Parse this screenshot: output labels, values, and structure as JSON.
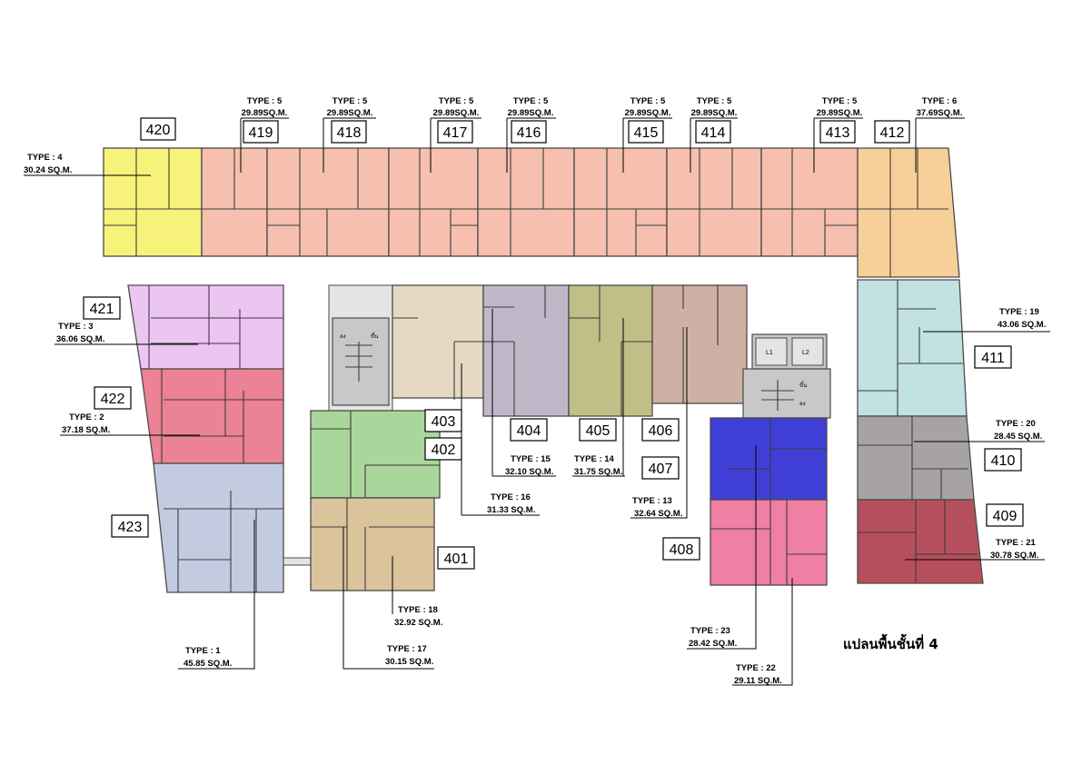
{
  "title": "แปลนพื้นชั้นที่ 4",
  "colors": {
    "type_4": "#f7f27a",
    "type_5": "#f6bfae",
    "type_6": "#f7cf99",
    "type_3": "#ecc5f3",
    "type_2": "#ec8296",
    "type_1": "#c3cbe0",
    "type_17": "#dbc39c",
    "type_18": "#dbc39c",
    "green_unit": "#a9d69a",
    "type_16": "#e6d8c3",
    "type_15": "#c0b8c8",
    "type_14": "#bfbf86",
    "type_13": "#cfb0a4",
    "type_19": "#c1e2e0",
    "type_20": "#a7a3a4",
    "type_21": "#b64f5d",
    "type_23": "#3f3fd8",
    "type_22": "#ef7fa3"
  },
  "units": [
    {
      "no": "420"
    },
    {
      "no": "419"
    },
    {
      "no": "418"
    },
    {
      "no": "417"
    },
    {
      "no": "416"
    },
    {
      "no": "415"
    },
    {
      "no": "414"
    },
    {
      "no": "413"
    },
    {
      "no": "412"
    },
    {
      "no": "411"
    },
    {
      "no": "410"
    },
    {
      "no": "409"
    },
    {
      "no": "408"
    },
    {
      "no": "407"
    },
    {
      "no": "406"
    },
    {
      "no": "405"
    },
    {
      "no": "404"
    },
    {
      "no": "403"
    },
    {
      "no": "402"
    },
    {
      "no": "401"
    },
    {
      "no": "421"
    },
    {
      "no": "422"
    },
    {
      "no": "423"
    }
  ],
  "type_labels": [
    {
      "type": "TYPE : 5",
      "area": "29.89SQ.M."
    },
    {
      "type": "TYPE : 5",
      "area": "29.89SQ.M."
    },
    {
      "type": "TYPE : 5",
      "area": "29.89SQ.M."
    },
    {
      "type": "TYPE : 5",
      "area": "29.89SQ.M."
    },
    {
      "type": "TYPE : 5",
      "area": "29.89SQ.M."
    },
    {
      "type": "TYPE : 5",
      "area": "29.89SQ.M."
    },
    {
      "type": "TYPE : 5",
      "area": "29.89SQ.M."
    },
    {
      "type": "TYPE : 6",
      "area": "37.69SQ.M."
    },
    {
      "type": "TYPE : 4",
      "area": "30.24 SQ.M."
    },
    {
      "type": "TYPE : 3",
      "area": "36.06 SQ.M."
    },
    {
      "type": "TYPE : 2",
      "area": "37.18 SQ.M."
    },
    {
      "type": "TYPE : 1",
      "area": "45.85 SQ.M."
    },
    {
      "type": "TYPE : 17",
      "area": "30.15 SQ.M."
    },
    {
      "type": "TYPE : 18",
      "area": "32.92 SQ.M."
    },
    {
      "type": "TYPE : 16",
      "area": "31.33 SQ.M."
    },
    {
      "type": "TYPE : 15",
      "area": "32.10 SQ.M."
    },
    {
      "type": "TYPE : 14",
      "area": "31.75 SQ.M."
    },
    {
      "type": "TYPE : 13",
      "area": "32.64 SQ.M."
    },
    {
      "type": "TYPE : 19",
      "area": "43.06 SQ.M."
    },
    {
      "type": "TYPE : 20",
      "area": "28.45 SQ.M."
    },
    {
      "type": "TYPE : 21",
      "area": "30.78 SQ.M."
    },
    {
      "type": "TYPE : 23",
      "area": "28.42 SQ.M."
    },
    {
      "type": "TYPE : 22",
      "area": "29.11 SQ.M."
    }
  ],
  "stair_labels": [
    "ขึ้น",
    "ลง",
    "ขึ้น",
    "ลง"
  ],
  "lift_labels": [
    "L1",
    "L2"
  ]
}
